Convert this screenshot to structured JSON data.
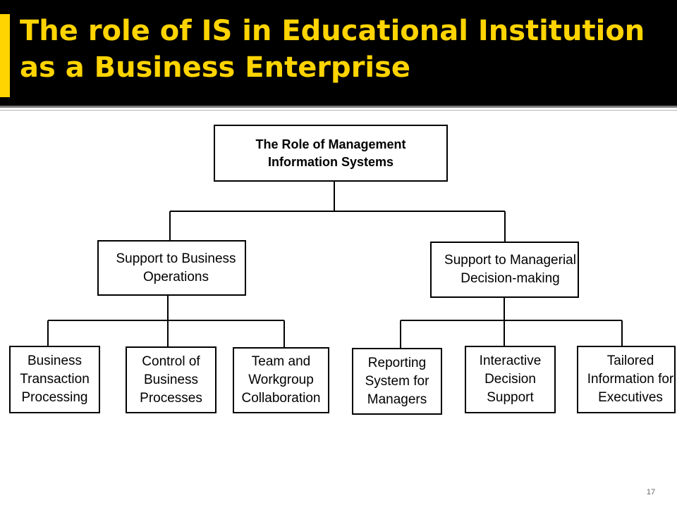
{
  "slide": {
    "title": "The role of  IS in Educational Institution\nas a Business Enterprise",
    "page_number": "17",
    "colors": {
      "header_bg": "#000000",
      "title": "#FFD400",
      "accent": "#FFD400",
      "box_border": "#000000"
    }
  },
  "diagram": {
    "root": "The Role of Management\nInformation Systems",
    "branches": [
      {
        "label": "Support to Business\nOperations",
        "children": [
          "Business\nTransaction\nProcessing",
          "Control of\nBusiness\nProcesses",
          "Team and\nWorkgroup\nCollaboration"
        ]
      },
      {
        "label": "Support to Managerial\nDecision-making",
        "children": [
          "Reporting\nSystem for\nManagers",
          "Interactive\nDecision\nSupport",
          "Tailored\nInformation for\nExecutives"
        ]
      }
    ]
  }
}
